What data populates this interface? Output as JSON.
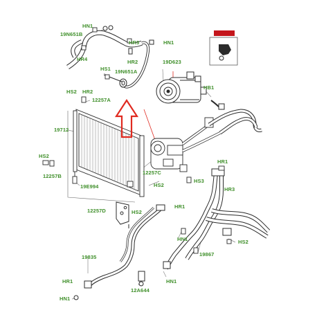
{
  "colors": {
    "label": "#3f8f2a",
    "line": "#2b2b2b",
    "leader": "#8a8a8a",
    "highlight_red": "#e02a20",
    "badge_red": "#c4161c"
  },
  "labels": {
    "hn1_tl": "HN1",
    "p19n651b": "19N651B",
    "hr4": "HR4",
    "hr3_top": "HR3",
    "hn1_top": "HN1",
    "hr2_top": "HR2",
    "hs1": "HS1",
    "p19n651a": "19N651A",
    "p19d623": "19D623",
    "hr2_mid": "HR2",
    "hs2_l1": "HS2",
    "p12257a": "12257A",
    "hb1": "HB1",
    "p19712": "19712",
    "hs2_l2": "HS2",
    "p12257b": "12257B",
    "p19e994": "19E994",
    "p12257c": "12257C",
    "hs2_mid": "HS2",
    "hr1_r": "HR1",
    "hs3": "HS3",
    "hr3_r": "HR3",
    "hr1_mid": "HR1",
    "p12257d": "12257D",
    "hs2_low": "HS2",
    "hn1_mid": "HN1",
    "hs2_r": "HS2",
    "p19867": "19867",
    "p19835": "19835",
    "hr1_bl": "HR1",
    "hn1_br": "HN1",
    "p12a644": "12A644",
    "hn1_bl": "HN1"
  }
}
